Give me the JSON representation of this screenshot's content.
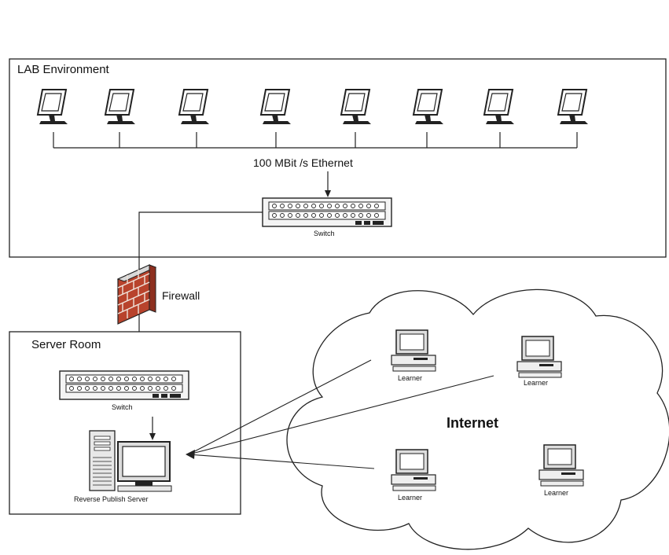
{
  "lab": {
    "title": "LAB Environment",
    "workstation_count": 8
  },
  "ethernet_label": "100 MBit /s Ethernet",
  "switch_lab_label": "Switch",
  "firewall_label": "Firewall",
  "server_room": {
    "title": "Server Room",
    "switch_label": "Switch",
    "server_label": "Reverse Publish Server"
  },
  "internet": {
    "label": "Internet",
    "learners": [
      "Learner",
      "Learner",
      "Learner",
      "Learner"
    ]
  },
  "colors": {
    "line": "#222222",
    "brick": "#b8432c",
    "mortar": "#f0e4dc",
    "cloud_stroke": "#222222",
    "monitor_screen": "#ffffff"
  }
}
